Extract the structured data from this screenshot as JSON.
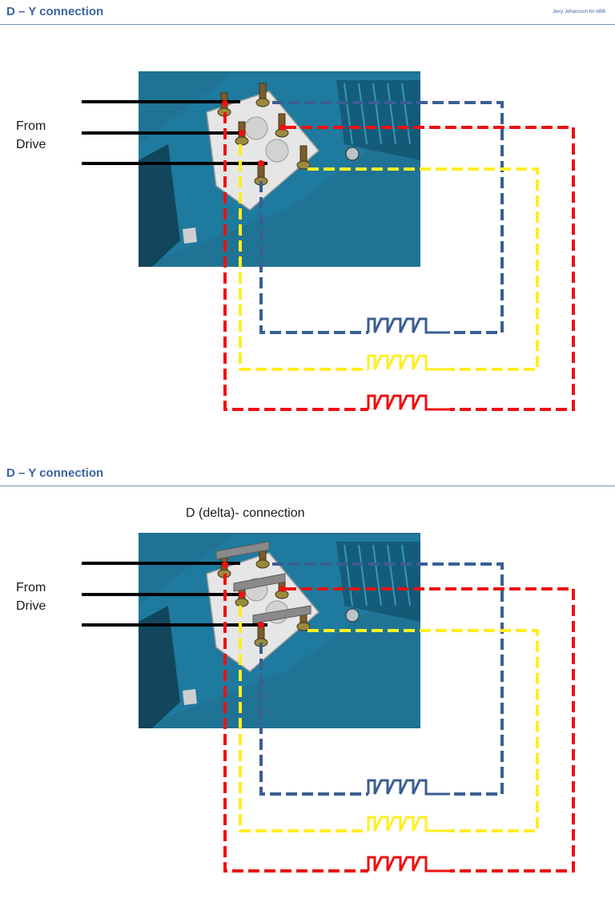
{
  "slides": [
    {
      "title": "D – Y connection",
      "author": "Jerry Johansson for ABB",
      "from_label": [
        "From",
        "Drive"
      ],
      "subtitle": "",
      "mode": "plain"
    },
    {
      "title": "D – Y connection",
      "author": "",
      "from_label": [
        "From",
        "Drive"
      ],
      "subtitle": "D (delta)- connection",
      "mode": "delta"
    }
  ],
  "colors": {
    "title": "#3c63a3",
    "wire_blue": "#3a5e93",
    "wire_red": "#ee1111",
    "wire_yellow": "#ffee22",
    "supply": "#000000",
    "motor_body": "#2a8fb5",
    "terminal_block": "#e6e6e6",
    "bridge": "#8a8a8a"
  },
  "icons": [
    "terminal-stud-icon",
    "motor-terminal-box-image",
    "coil-winding-icon",
    "delta-bridge-icon"
  ]
}
